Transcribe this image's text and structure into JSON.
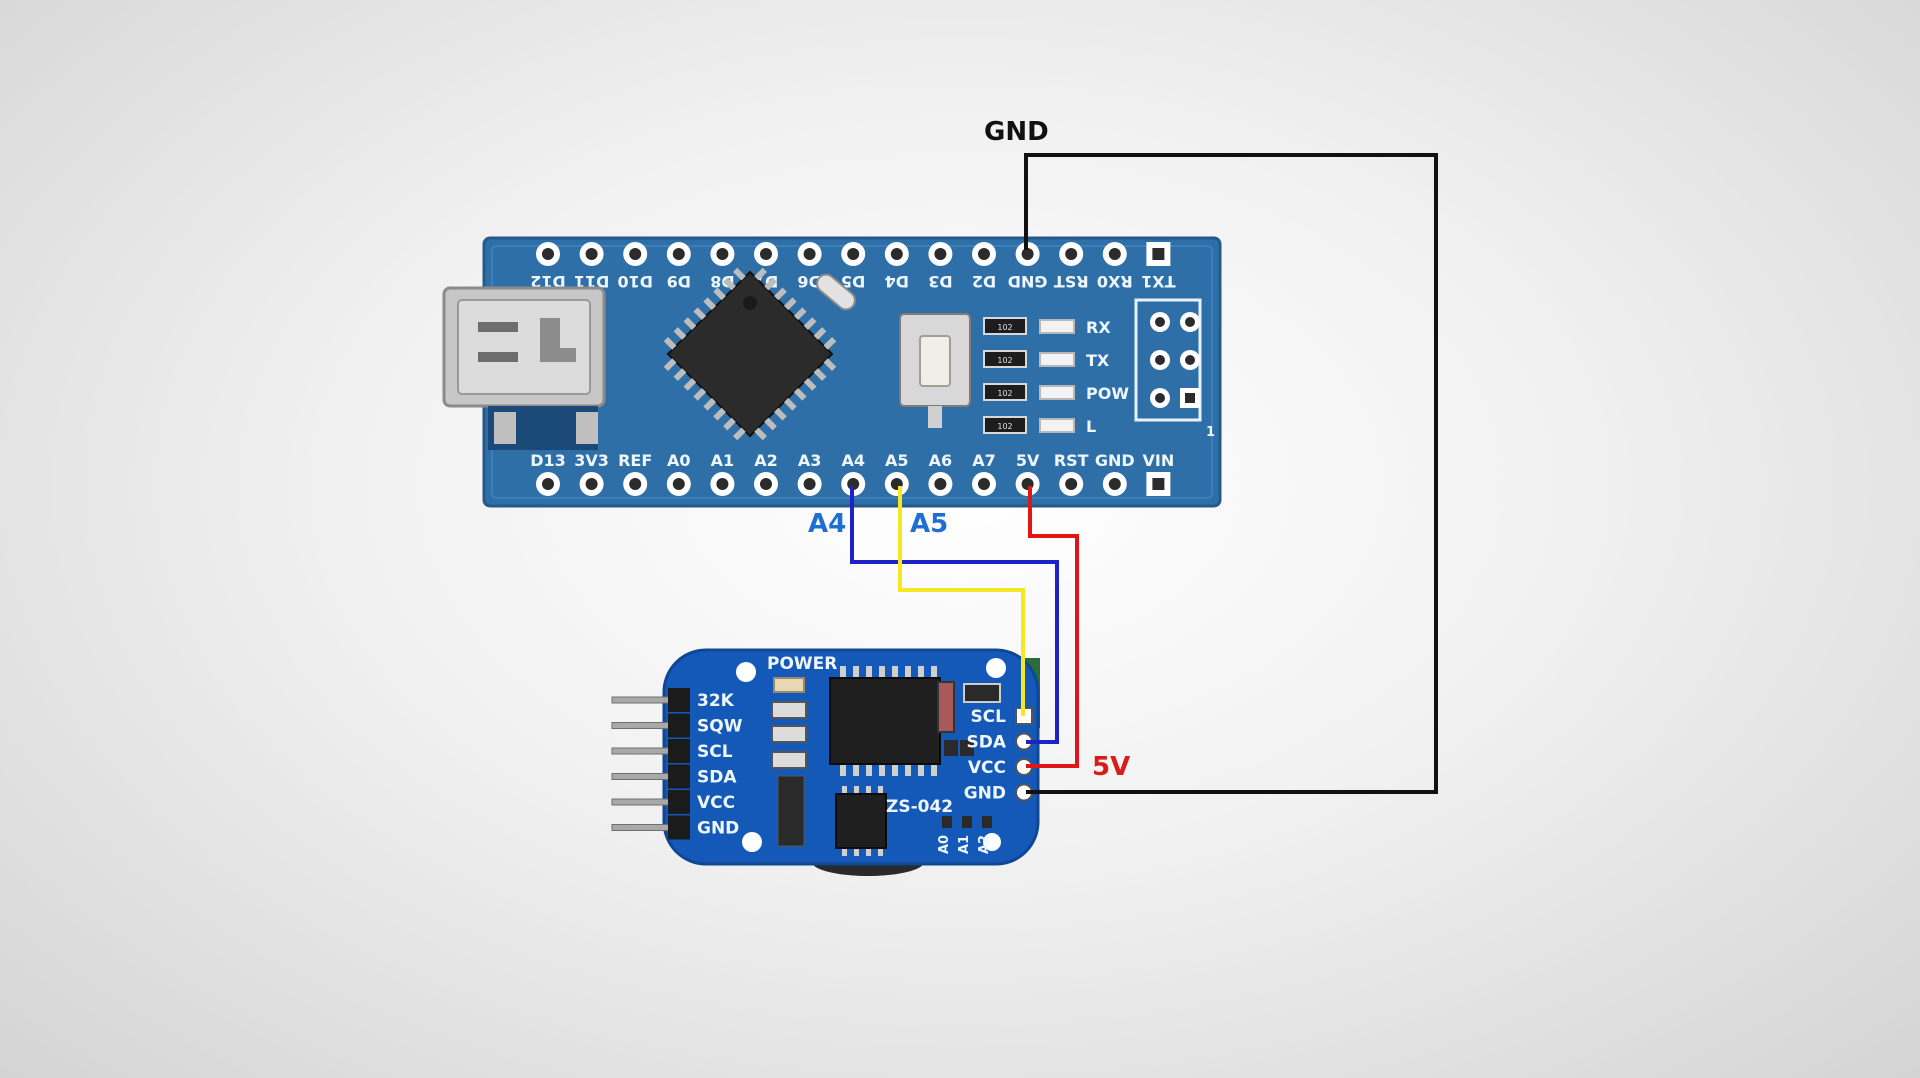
{
  "colors": {
    "gnd_wire": "#111111",
    "vcc_wire": "#e01616",
    "sda_wire": "#1d22c8",
    "scl_wire": "#f5e822",
    "a4_label": "#1f6fd0",
    "a5_label": "#1f6fd0",
    "vcc_label": "#d81b1b",
    "gnd_label": "#111111",
    "board_blue": "#2f6fa8",
    "rtc_blue": "#1459b8"
  },
  "labels": {
    "gnd": "GND",
    "a4": "A4",
    "a5": "A5",
    "vcc": "5V"
  },
  "nano": {
    "top_pins": [
      "D12",
      "D11",
      "D10",
      "D9",
      "D8",
      "D7",
      "D6",
      "D5",
      "D4",
      "D3",
      "D2",
      "GND",
      "RST",
      "RX0",
      "TX1"
    ],
    "bottom_pins": [
      "D13",
      "3V3",
      "REF",
      "A0",
      "A1",
      "A2",
      "A3",
      "A4",
      "A5",
      "A6",
      "A7",
      "5V",
      "RST",
      "GND",
      "VIN"
    ],
    "leds": [
      "RX",
      "TX",
      "POW",
      "L"
    ],
    "isp_marker": "1",
    "resistor_code": "102"
  },
  "rtc": {
    "model": "ZS-042",
    "power_label": "POWER",
    "left_pins": [
      "32K",
      "SQW",
      "SCL",
      "SDA",
      "VCC",
      "GND"
    ],
    "right_pins": [
      "SCL",
      "SDA",
      "VCC",
      "GND"
    ],
    "address_pads": [
      "A0",
      "A1",
      "A2"
    ]
  },
  "icons": {
    "usb": "mini-usb-connector-icon",
    "mcu": "atmega328p-chip-icon",
    "crystal": "crystal-oscillator-icon",
    "reset": "reset-button-icon",
    "rtc_chip": "ds3231-chip-icon",
    "eeprom": "eeprom-chip-icon"
  }
}
